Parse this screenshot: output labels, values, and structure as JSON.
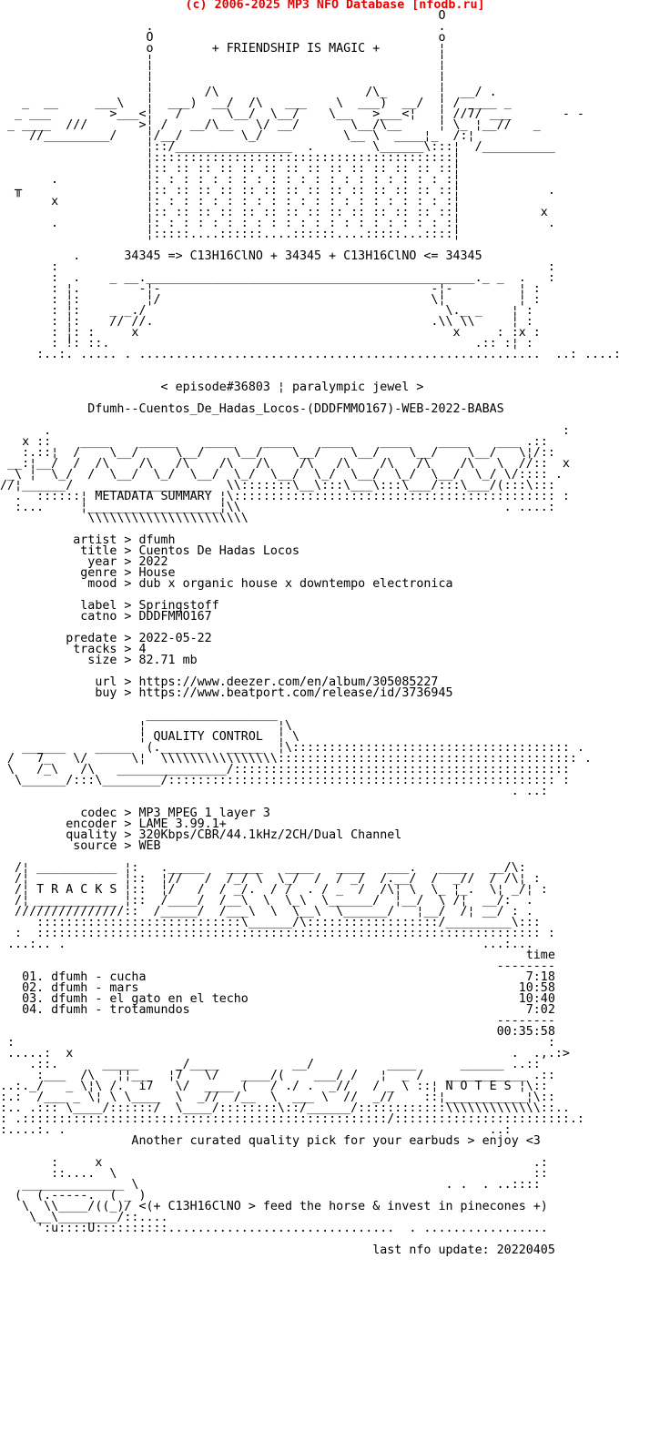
{
  "colors": {
    "copyright_red": "#ee0000",
    "ink": "#000000",
    "paper": "#ffffff"
  },
  "header": {
    "copyright": "(c) 2006-2025 MP3 NFO Database [nfodb.ru]"
  },
  "messages": {
    "motto": "+ FRIENDSHIP IS MAGIC +",
    "formula": "34345 => C13H16ClNO + 34345 + C13H16ClNO <= 34345",
    "episode": "< episode#36803 ¦ paralympic jewel >",
    "release_name": "Dfumh--Cuentos_De_Hadas_Locos-(DDDFMMO167)-WEB-2022-BABAS",
    "tagline": "Another curated quality pick for your earbuds > enjoy <3",
    "horse_caption": "<(+ C13H16ClNO > feed the horse & invest in pinecones +)",
    "last_update": "last nfo update: 20220405"
  },
  "banners": {
    "metadata": "METADATA SUMMARY",
    "quality": "QUALITY CONTROL",
    "tracks": "T R A C K S",
    "notes": "N O T E S"
  },
  "release": {
    "artist": "dfumh",
    "title": "Cuentos De Hadas Locos",
    "year": "2022",
    "genre": "House",
    "mood": "dub x organic house x downtempo electronica",
    "label": "Springstoff",
    "catno": "DDDFMMO167",
    "predate": "2022-05-22",
    "tracks": "4",
    "size": "82.71 mb",
    "url": "https://www.deezer.com/en/album/305085227",
    "buy": "https://www.beatport.com/release/id/3736945"
  },
  "audio": {
    "codec": "MP3 MPEG 1 layer 3",
    "encoder": "LAME 3.99.1+",
    "quality": "320Kbps/CBR/44.1kHz/2CH/Dual Channel",
    "source": "WEB"
  },
  "tracklist": {
    "time_header": "time",
    "rows": [
      {
        "no": "01",
        "artist": "dfumh",
        "title": "cucha",
        "time": "7:18"
      },
      {
        "no": "02",
        "artist": "dfumh",
        "title": "mars",
        "time": "10:58"
      },
      {
        "no": "03",
        "artist": "dfumh",
        "title": "el gato en el techo",
        "time": "10:40"
      },
      {
        "no": "04",
        "artist": "dfumh",
        "title": "trotamundos",
        "time": "7:02"
      }
    ],
    "total_time": "00:35:58"
  },
  "sections": {
    "art_top": {
      "lines": [
        "                                                            O",
        "                    .                                       .",
        "                    O                                       o",
        "                    o        + FRIENDSHIP IS MAGIC +        ¦",
        "                    ¦                                       ¦",
        "                    ¦                                       ¦",
        "                    ¦                                       ¦",
        "                    ¦       /\\                    /\\_       ¦  __/ .",
        "   _  __     ___\\   ¦  ___)  __/  /\\   ___    \\  ___)  __/  ¦ /  ___ _",
        "  _ ___        >___<¦   /      \\__/  \\__/    \\__   >___<¦   ¦ //7/ ___       - -",
        " _ ____  ///       >¦ /   __/\\__   \\/ __/       \\__/\\__     ¦ \\_ ¦__//   _",
        "    //_________/    ¦/__/        \\_/           \\__ \\  ____¦_  /:¦",
        "                    ¦::/________________  .        \\______\\:::¦  /__________",
        "                    ¦:::::::::::::::::::::::::::::::::::::::::¦",
        "                    ¦:: :: :: :: :: :: :: :: :: :: :: :: :: ::¦",
        "       .            ¦: : : : : : : : : : : : : : : : : : : : :¦",
        "  ╥                 ¦:: :: :: :: :: :: :: :: :: :: :: :: :: ::¦            .",
        "       x            ¦: : : : : : : : : : : : : : : : : : : : :¦",
        "                    ¦:: :: :: :: :: :: :: :: :: :: :: :: :: ::¦           x",
        "       .            ¦: : : : : : : : : : : : : : : : : : : : :¦            .",
        "                    ¦:::::....::::::....::::::....:::::...::::¦"
      ]
    },
    "formula_scene": {
      "lines": [
        "",
        "          .      34345 => C13H16ClNO + 34345 + C13H16ClNO <= 34345",
        "       :                                                                   :",
        "       :  .    _ __._____________________________________________._ _  .   :",
        "       : ¦.        -¦-                                     -¦-         ¦ :",
        "       : ¦:         ¦/                                     \\¦          ¦ :",
        "       : ¦:    _ _./                                         \\._ _    ¦ :",
        "       : ¦:    // //.                                      .\\\\ \\\\     ¦ :",
        "       : ¦: :     x                                           x     : :x :",
        "       : !: ::.                                                  .:: :¦ :",
        "     :..:. ..... . .......................................................  ..: ....:",
        "",
        ""
      ]
    },
    "episode": {
      "lines": [
        "",
        "                      < episode#36803 ¦ paralympic jewel >",
        ""
      ]
    },
    "release_name": {
      "lines": [
        "",
        "            Dfumh--Cuentos_De_Hadas_Locos-(DDDFMMO167)-WEB-2022-BABAS",
        "",
        ""
      ]
    },
    "metadata_banner": {
      "lines": [
        "      .                                                                      :",
        "   x ::    ____    _____    ____    ____    ____    ____    ____    ___ .::",
        "   :.::¦  /    \\__/     \\__/    \\__/    \\__/    \\__/    \\__/    \\__/   \\¦/::",
        " __:¦__/  /  /\\    /\\   /\\    /\\   /\\    /\\   /\\    /\\   /\\    /\\   \\  //::  x",
        " _\\ ¦  \\_/  /  \\__/  \\_/  \\__/  \\_/  \\__/  \\_/  \\__/  \\_/  \\__/  \\_/ \\/:::: .",
        "//¦______/   ________________  \\\\:::::::\\__\\:::\\___\\:::\\___/:::\\___/(:::\\:::",
        "  .  ::::::¦ METADATA SUMMARY ¦\\:::::::::::::::::::::::::::::::::::::::::::: :",
        "  :...     ¦__________________¦\\\\                                    . ....:",
        "            \\\\\\\\\\\\\\\\\\\\\\\\\\\\\\\\\\\\\\\\\\\\",
        ""
      ]
    },
    "metadata_fields": {
      "lines": [
        "",
        "          artist > dfumh",
        "           title > Cuentos De Hadas Locos",
        "            year > 2022",
        "           genre > House",
        "            mood > dub x organic house x downtempo electronica",
        "",
        "           label > Springstoff",
        "           catno > DDDFMMO167",
        "",
        "         predate > 2022-05-22",
        "          tracks > 4",
        "            size > 82.71 mb",
        "",
        "             url > https://www.deezer.com/en/album/305085227",
        "             buy > https://www.beatport.com/release/id/3736945",
        ""
      ]
    },
    "quality_banner": {
      "lines": [
        "",
        "                    __________________",
        "                   ¦                  ¦\\",
        "                   ¦ QUALITY CONTROL  ¦ \\",
        "   ______    _____  (.______   _____  ¦\\:::::::::::::::::::::::::::::::::::::: .",
        " /   7_   \\/      \\¦  \\\\\\\\\\\\\\\\\\\\\\\\\\\\\\\\::::::::::::::::::::::::::::::::::::::::: .",
        " \\   /_\\   /\\   _______________/::::::::::::::::::::::::::::::::::::::::::::::",
        "  \\______/:::\\________/::::::::::::::::::::::::::::::::::::::::::::::::::::: :",
        "                                                                      . ..:",
        ""
      ]
    },
    "quality_fields": {
      "lines": [
        "",
        "           codec > MP3 MPEG 1 layer 3",
        "         encoder > LAME 3.99.1+",
        "         quality > 320Kbps/CBR/44.1kHz/2CH/Dual Channel",
        "          source > WEB",
        ""
      ]
    },
    "tracks_banner": {
      "lines": [
        "",
        "  /¦ ___________ ¦:   ._____   _____   ____   ____   ___.   ____   __/\\:",
        "  /¦             ¦::  ¦//   /  /_/ \\  \\_/  /  / _/  /.__/  /  _//  / /\\¦ :",
        "  /¦ T R A C K S ¦::  ¦/   /  / _/.  / /  . / _  /  /\\¦ \\  \\_ ¦_.  \\¦ _/¦ :",
        "  /¦ ___________ ¦::  /____/  /__\\  \\  \\_\\  \\______/  ¦__/  \\ /¦  __/:  .",
        "  ///////////////::  /_____/  /___\\  \\  \\__\\  \\______/   ¦__/  /¦ __/ : .",
        "     ::::::::::::::::::::::::::::\\______/\\::::::::::::::::::/_________\\:::",
        "  :  ::::::::::::::::::::::::::::::::::::::::::::::::::::::::::::::::::::: :",
        " ...:.. .                                                         ...:...",
        ""
      ]
    },
    "track_list": {
      "lines": [
        "                                                                        time",
        "                                                                    --------",
        "   01. dfumh - cucha                                                    7:18",
        "   02. dfumh - mars                                                    10:58",
        "   03. dfumh - el gato en el techo                                     10:40",
        "   04. dfumh - trotamundos                                              7:02",
        "                                                                    --------",
        "                                                                    00:35:58",
        ""
      ]
    },
    "notes_banner": {
      "lines": [
        " :                                                                         :",
        " .....:  x                                                            .  .,.:>",
        "    .::.      _____     _/____          __/          ____      ______ ..::",
        "     :___  /\\   ¦¦__   ¦7   \\/   ____/(    ___/ /   ¦  _ /   ___________ .::",
        "..:._/   _ \\¦\\ /.  i7   \\/  ____ (   / ./ .  _//   / _ \\ ::¦ N O T E S ¦\\::",
        ":.:  /___ _ \\¦ \\ \\____  \\  _//  /__  \\  ___ \\  //  _//    ::¦___________¦\\::",
        ":.. .::: \\____/::::::/  \\____/::::::::\\::/______/::::::::::::\\\\\\\\\\\\\\\\\\\\\\\\\\::..",
        ": .::::::::::::::::::::::::::::::::::::::::::::::::::/::::::::::::::::::::::::.:",
        ":....:. .                                                          ..:",
        ""
      ]
    },
    "tagline": {
      "lines": [
        "                  Another curated quality pick for your earbuds > enjoy <3",
        "",
        ""
      ]
    },
    "horse_art": {
      "lines": [
        "       :     x                                                           .:",
        "       ::....  \\                                                         ::",
        "   ______________ \\                                          . .  . ..::::",
        "  (  (.-----.  ( _ )",
        "   \\  \\\\____/((_)/ <(+ C13H16ClNO > feed the horse & invest in pinecones +)",
        "    \\__\\________/::....",
        "     ':u::::U::::::::::...............................  . .................",
        ""
      ]
    },
    "footer": {
      "lines": [
        "",
        "                                                   last nfo update: 20220405",
        "",
        "",
        "",
        ""
      ]
    }
  }
}
